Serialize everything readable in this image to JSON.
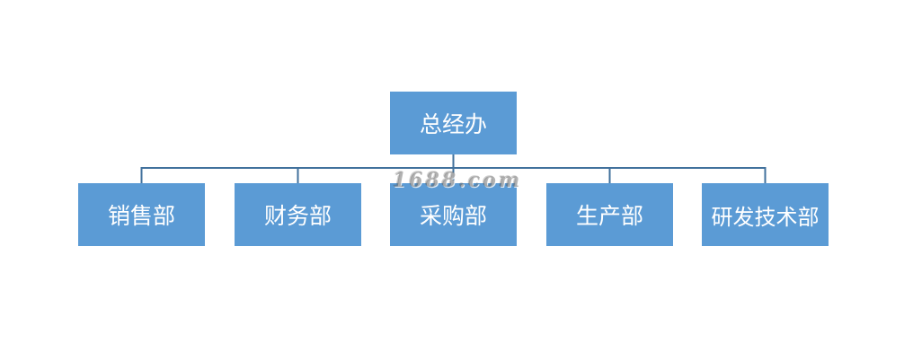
{
  "org_chart": {
    "root": {
      "label": "总经办"
    },
    "children": [
      {
        "label": "销售部"
      },
      {
        "label": "财务部"
      },
      {
        "label": "采购部"
      },
      {
        "label": "生产部"
      },
      {
        "label": "研发技术部"
      }
    ]
  },
  "watermark": {
    "text": "1688.com"
  },
  "colors": {
    "node_fill": "#5b9bd5",
    "node_text": "#ffffff",
    "connector": "#41719c",
    "background": "#ffffff"
  }
}
